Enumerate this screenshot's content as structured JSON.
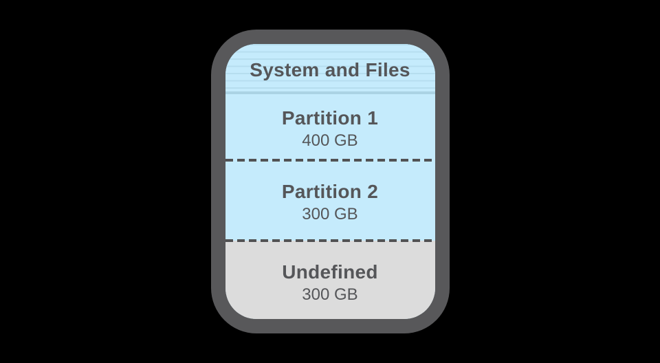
{
  "diagram": {
    "header": {
      "label": "System and Files"
    },
    "partitions": [
      {
        "name": "Partition 1",
        "size": "400 GB"
      },
      {
        "name": "Partition 2",
        "size": "300 GB"
      },
      {
        "name": "Undefined",
        "size": "300 GB"
      }
    ],
    "colors": {
      "canvas_bg": "#000000",
      "device_border": "#58585A",
      "partition_blue": "#C5EBFC",
      "stripe_line": "#B6DEEF",
      "stripe_edge": "#ABD3E4",
      "undefined_gray": "#DCDCDC",
      "text": "#555659",
      "dash": "#525254"
    }
  }
}
